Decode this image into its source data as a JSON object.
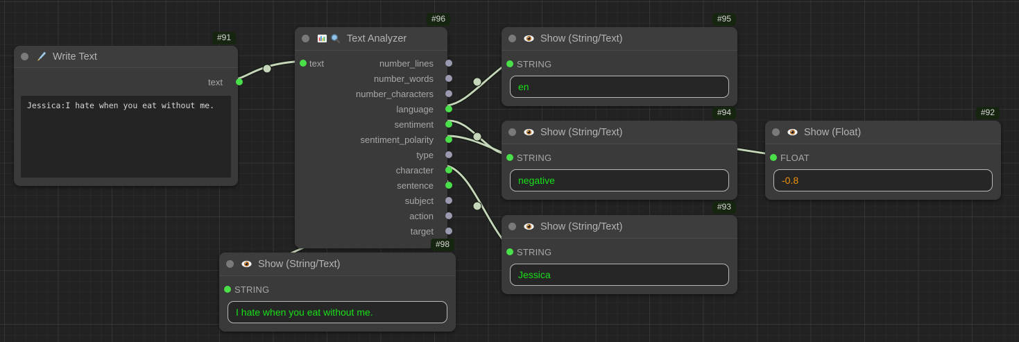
{
  "canvas": {
    "background_color": "#222222",
    "grid_minor_color": "#2b2b2b",
    "grid_major_color": "#333333",
    "wire_color": "#c6d6bb"
  },
  "palette": {
    "node_background": "#3a3a3a",
    "node_header": "#3d3d3d",
    "port_connected": "#4ae04a",
    "port_unconnected": "#9a9ab0",
    "badge_background": "#16250f",
    "value_string_text": "#18e018",
    "value_float_text": "#f0920c"
  },
  "nodes": {
    "write_text": {
      "id_badge": "#91",
      "title": "Write Text",
      "icon": "pen-nib-icon",
      "output_label": "text",
      "text_value": "Jessica:I hate when you eat without me."
    },
    "text_analyzer": {
      "id_badge": "#96",
      "title": "Text Analyzer",
      "icon_chart": "bar-chart-icon",
      "icon_search": "magnifier-icon",
      "input_label": "text",
      "outputs": [
        {
          "label": "number_lines",
          "connected": false
        },
        {
          "label": "number_words",
          "connected": false
        },
        {
          "label": "number_characters",
          "connected": false
        },
        {
          "label": "language",
          "connected": true
        },
        {
          "label": "sentiment",
          "connected": true
        },
        {
          "label": "sentiment_polarity",
          "connected": true
        },
        {
          "label": "type",
          "connected": false
        },
        {
          "label": "character",
          "connected": true
        },
        {
          "label": "sentence",
          "connected": true
        },
        {
          "label": "subject",
          "connected": false
        },
        {
          "label": "action",
          "connected": false
        },
        {
          "label": "target",
          "connected": false
        }
      ]
    },
    "show_language": {
      "id_badge": "#95",
      "title": "Show (String/Text)",
      "icon": "eye-icon",
      "input_label": "STRING",
      "value": "en"
    },
    "show_sentiment": {
      "id_badge": "#94",
      "title": "Show (String/Text)",
      "icon": "eye-icon",
      "input_label": "STRING",
      "value": "negative"
    },
    "show_character": {
      "id_badge": "#93",
      "title": "Show (String/Text)",
      "icon": "eye-icon",
      "input_label": "STRING",
      "value": "Jessica"
    },
    "show_polarity": {
      "id_badge": "#92",
      "title": "Show (Float)",
      "icon": "eye-icon",
      "input_label": "FLOAT",
      "value": "-0.8"
    },
    "show_sentence": {
      "id_badge": "#98",
      "title": "Show (String/Text)",
      "icon": "eye-icon",
      "input_label": "STRING",
      "value": "I hate when you eat without me."
    }
  },
  "connections": [
    {
      "from": "write_text.text",
      "to": "text_analyzer.text"
    },
    {
      "from": "text_analyzer.language",
      "to": "show_language.STRING"
    },
    {
      "from": "text_analyzer.sentiment",
      "to": "show_sentiment.STRING"
    },
    {
      "from": "text_analyzer.sentiment_polarity",
      "to": "show_polarity.FLOAT"
    },
    {
      "from": "text_analyzer.character",
      "to": "show_character.STRING"
    },
    {
      "from": "text_analyzer.sentence",
      "to": "show_sentence.STRING"
    }
  ]
}
